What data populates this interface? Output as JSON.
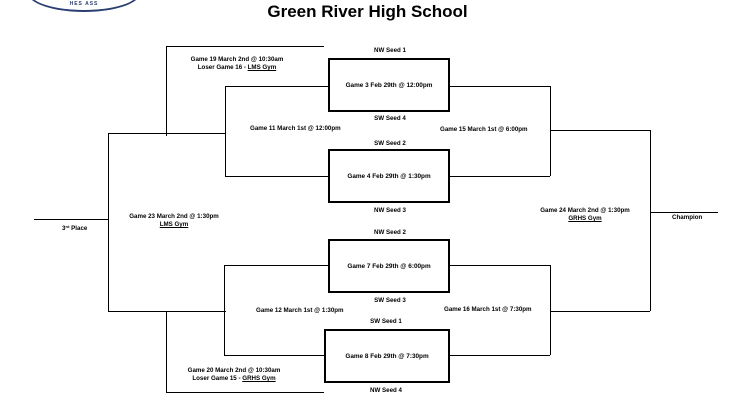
{
  "header": {
    "logo_text": "HES ASS",
    "title": "Green River High School"
  },
  "games": {
    "g3": "Game 3 Feb 29th @ 12:00pm",
    "g4": "Game 4 Feb 29th @ 1:30pm",
    "g7": "Game 7 Feb 29th @ 6:00pm",
    "g8": "Game 8 Feb 29th @ 7:30pm"
  },
  "seeds": {
    "nw1": "NW Seed 1",
    "sw4": "SW Seed 4",
    "sw2": "SW Seed 2",
    "nw3": "NW Seed 3",
    "nw2": "NW Seed 2",
    "sw3": "SW Seed 3",
    "sw1": "SW Seed 1",
    "nw4": "NW Seed 4"
  },
  "labels": {
    "g19_line1": "Game 19 March 2nd @ 10:30am",
    "g19_line2_prefix": "Loser Game 16 - ",
    "g19_venue": "LMS Gym",
    "g11": "Game 11 March 1st @ 12:00pm",
    "g15": "Game 15 March 1st @ 6:00pm",
    "g23_line1": "Game 23 March 2nd @ 1:30pm",
    "g23_venue": "LMS Gym",
    "third_place_num": "3",
    "third_place_sup": "rd",
    "third_place_rest": " Place",
    "g24_line1": "Game 24 March 2nd @ 1:30pm",
    "g24_venue": "GRHS Gym",
    "champion": "Champion",
    "g12": "Game 12 March 1st @ 1:30pm",
    "g16": "Game 16 March 1st @ 7:30pm",
    "g20_line1": "Game 20 March 2nd @ 10:30am",
    "g20_line2_prefix": "Loser Game 15 - ",
    "g20_venue": "GRHS Gym"
  }
}
